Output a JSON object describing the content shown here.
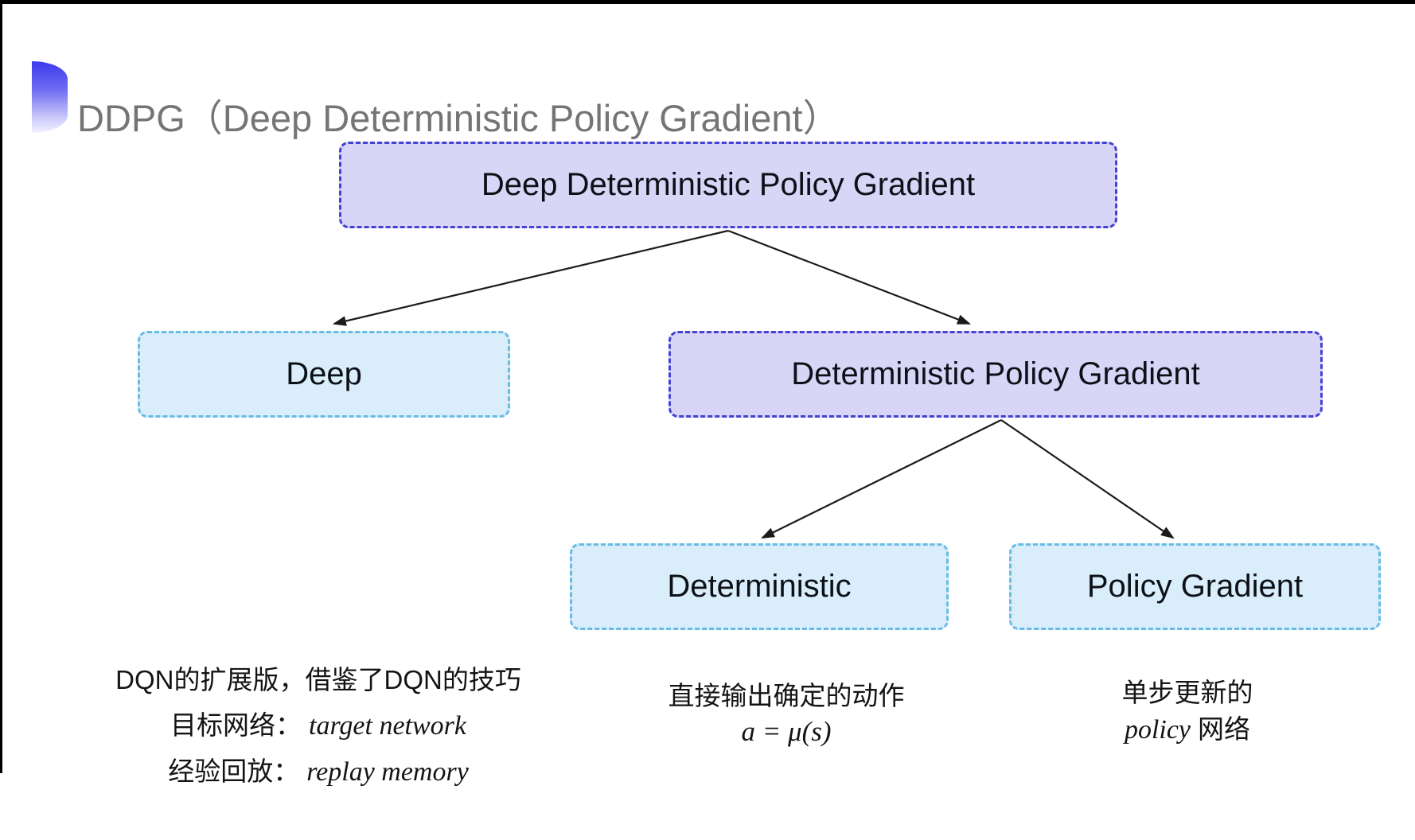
{
  "slide": {
    "title": "DDPG（Deep Deterministic Policy Gradient）"
  },
  "nodes": {
    "root": {
      "label": "Deep Deterministic Policy Gradient"
    },
    "deep": {
      "label": "Deep"
    },
    "dpg": {
      "label": "Deterministic Policy Gradient"
    },
    "det": {
      "label": "Deterministic"
    },
    "pg": {
      "label": "Policy Gradient"
    }
  },
  "annotations": {
    "deep": {
      "line1": "DQN的扩展版，借鉴了DQN的技巧",
      "line2_label": "目标网络：",
      "line2_term": "target network",
      "line3_label": "经验回放：",
      "line3_term": "replay memory"
    },
    "det": {
      "line1": "直接输出确定的动作",
      "formula": "a = μ(s)"
    },
    "pg": {
      "line1": "单步更新的",
      "line2_term": "policy",
      "line2_suffix": "网络"
    }
  },
  "colors": {
    "purple_fill": "#d9d5f6",
    "purple_border": "#4342d4",
    "cyan_fill": "#d9eefa",
    "cyan_border": "#69bbe5",
    "title_gray": "#757575",
    "arrow_black": "#1b1b1b",
    "icon_blue_top": "#3b3aee",
    "icon_blue_bottom": "#f2f2ff"
  }
}
